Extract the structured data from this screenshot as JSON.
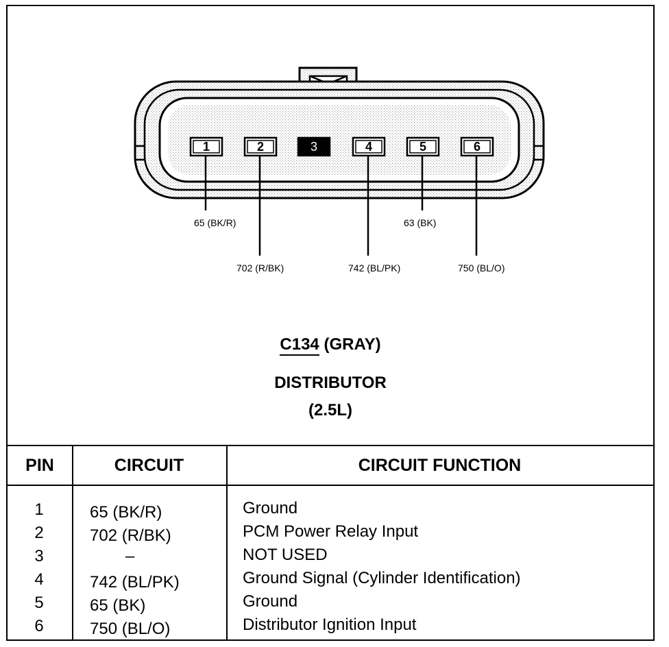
{
  "connector": {
    "pins": [
      {
        "number": "1",
        "filled": false
      },
      {
        "number": "2",
        "filled": false
      },
      {
        "number": "3",
        "filled": true
      },
      {
        "number": "4",
        "filled": false
      },
      {
        "number": "5",
        "filled": false
      },
      {
        "number": "6",
        "filled": false
      }
    ],
    "wire_labels": [
      "65 (BK/R)",
      "702 (R/BK)",
      "742 (BL/PK)",
      "63 (BK)",
      "750 (BL/O)"
    ]
  },
  "title": {
    "code": "C134",
    "color": "(GRAY)",
    "component": "DISTRIBUTOR",
    "engine": "(2.5L)"
  },
  "table": {
    "headers": [
      "PIN",
      "CIRCUIT",
      "CIRCUIT FUNCTION"
    ],
    "rows": [
      {
        "pin": "1",
        "circuit": "65 (BK/R)",
        "function": "Ground"
      },
      {
        "pin": "2",
        "circuit": "702 (R/BK)",
        "function": "PCM Power Relay Input"
      },
      {
        "pin": "3",
        "circuit": "–",
        "function": "NOT USED"
      },
      {
        "pin": "4",
        "circuit": "742 (BL/PK)",
        "function": "Ground Signal (Cylinder Identification)"
      },
      {
        "pin": "5",
        "circuit": "65 (BK)",
        "function": "Ground"
      },
      {
        "pin": "6",
        "circuit": "750 (BL/O)",
        "function": "Distributor Ignition Input"
      }
    ]
  }
}
